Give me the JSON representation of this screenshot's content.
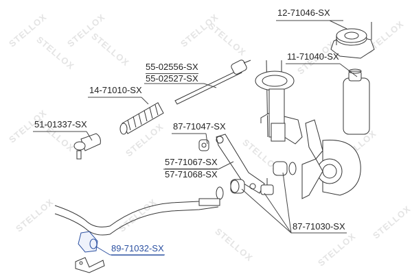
{
  "diagram": {
    "brand_watermark": "STELLOX",
    "watermark_color": "#e4e4e4",
    "highlight_color": "#2a4fa0",
    "parts": [
      {
        "id": "top-mount",
        "label": "12-71046-SX"
      },
      {
        "id": "dust-boot",
        "label": "11-71040-SX"
      },
      {
        "id": "tie-rod-1",
        "label": "55-02556-SX"
      },
      {
        "id": "tie-rod-2",
        "label": "55-02527-SX"
      },
      {
        "id": "steering-boot",
        "label": "14-71010-SX"
      },
      {
        "id": "tie-rod-end",
        "label": "51-01337-SX"
      },
      {
        "id": "arm-bushing-upper",
        "label": "87-71047-SX"
      },
      {
        "id": "control-arm-1",
        "label": "57-71067-SX"
      },
      {
        "id": "control-arm-2",
        "label": "57-71068-SX"
      },
      {
        "id": "arm-bushing-lower",
        "label": "87-71030-SX"
      },
      {
        "id": "stabilizer-bushing",
        "label": "89-71032-SX",
        "highlighted": true
      }
    ]
  }
}
